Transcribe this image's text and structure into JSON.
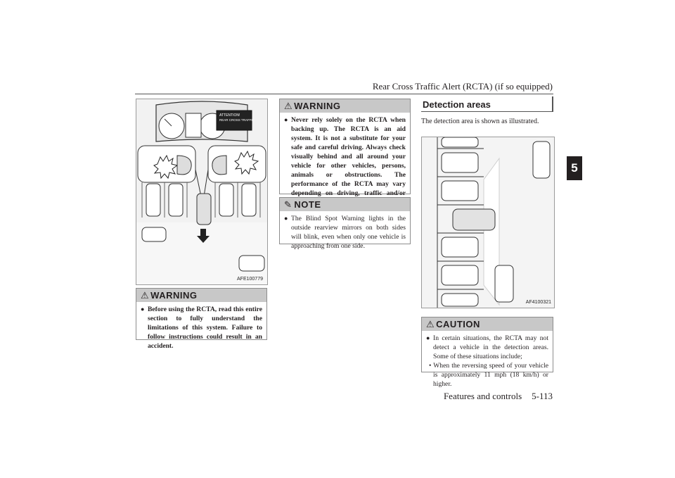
{
  "header": {
    "title": "Rear Cross Traffic Alert (RCTA) (if so equipped)"
  },
  "footer": {
    "section": "Features and controls",
    "page": "5-113"
  },
  "chapter_tab": "5",
  "figure_left": {
    "label": "AFE100779",
    "display_text_1": "ATTENTION!",
    "display_text_2": "REAR CROSS TRAFFIC"
  },
  "warning_left": {
    "title": "WARNING",
    "text": "Before using the RCTA, read this entire section to fully understand the limitations of this system. Failure to follow instructions could result in an accident."
  },
  "warning_mid": {
    "title": "WARNING",
    "text": "Never rely solely on the RCTA when backing up. The RCTA is an aid system. It is not a substitute for your safe and careful driving. Always check visually behind and all around your vehicle for other vehicles, persons, animals or obstructions. The performance of the RCTA may vary depending on driving, traffic and/or surrounding conditions."
  },
  "note_mid": {
    "title": "NOTE",
    "text": "The Blind Spot Warning lights in the outside rearview mirrors on both sides will blink, even when only one vehicle is approaching from one side."
  },
  "section": {
    "heading": "Detection areas",
    "text": "The detection area is shown as illustrated."
  },
  "figure_right": {
    "label": "AF4100321"
  },
  "caution": {
    "title": "CAUTION",
    "text": "In certain situations, the RCTA may not detect a vehicle in the detection areas. Some of these situations include;",
    "sub": "• When the reversing speed of your vehicle is approximately 11 mph (18 km/h) or higher."
  },
  "colors": {
    "box_header": "#c8c8c8",
    "figure_bg": "#f2f2f2",
    "tab_bg": "#231f20"
  }
}
